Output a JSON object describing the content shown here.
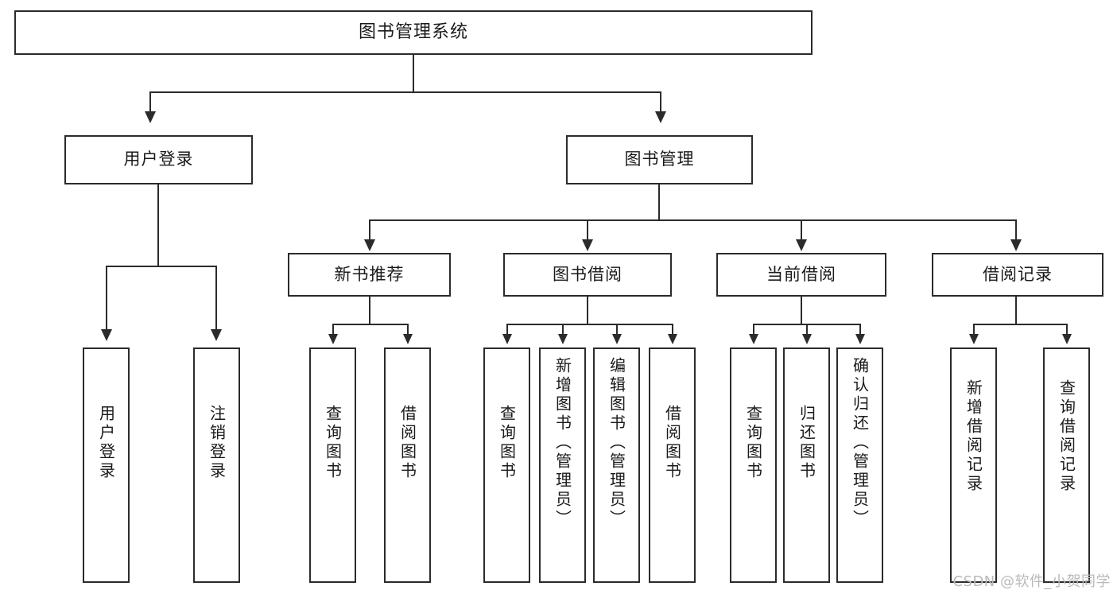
{
  "diagram": {
    "type": "tree",
    "root": {
      "label": "图书管理系统"
    },
    "level2": [
      {
        "label": "用户登录"
      },
      {
        "label": "图书管理"
      }
    ],
    "level3": [
      {
        "label": "新书推荐"
      },
      {
        "label": "图书借阅"
      },
      {
        "label": "当前借阅"
      },
      {
        "label": "借阅记录"
      }
    ],
    "leaves": {
      "user_login": [
        {
          "label": "用户登录"
        },
        {
          "label": "注销登录"
        }
      ],
      "new_book_recommend": [
        {
          "label": "查询图书"
        },
        {
          "label": "借阅图书"
        }
      ],
      "book_borrow": [
        {
          "label": "查询图书"
        },
        {
          "label": "新增图书（管理员）"
        },
        {
          "label": "编辑图书（管理员）"
        },
        {
          "label": "借阅图书"
        }
      ],
      "current_borrow": [
        {
          "label": "查询图书"
        },
        {
          "label": "归还图书"
        },
        {
          "label": "确认归还（管理员）"
        }
      ],
      "borrow_record": [
        {
          "label": "新增借阅记录"
        },
        {
          "label": "查询借阅记录"
        }
      ]
    }
  },
  "watermark": {
    "text": "CSDN @软件_小贺同学"
  },
  "colors": {
    "stroke": "#2b2b2b",
    "fill": "#ffffff",
    "text": "#1a1a1a",
    "watermark": "#b9b9b9"
  }
}
